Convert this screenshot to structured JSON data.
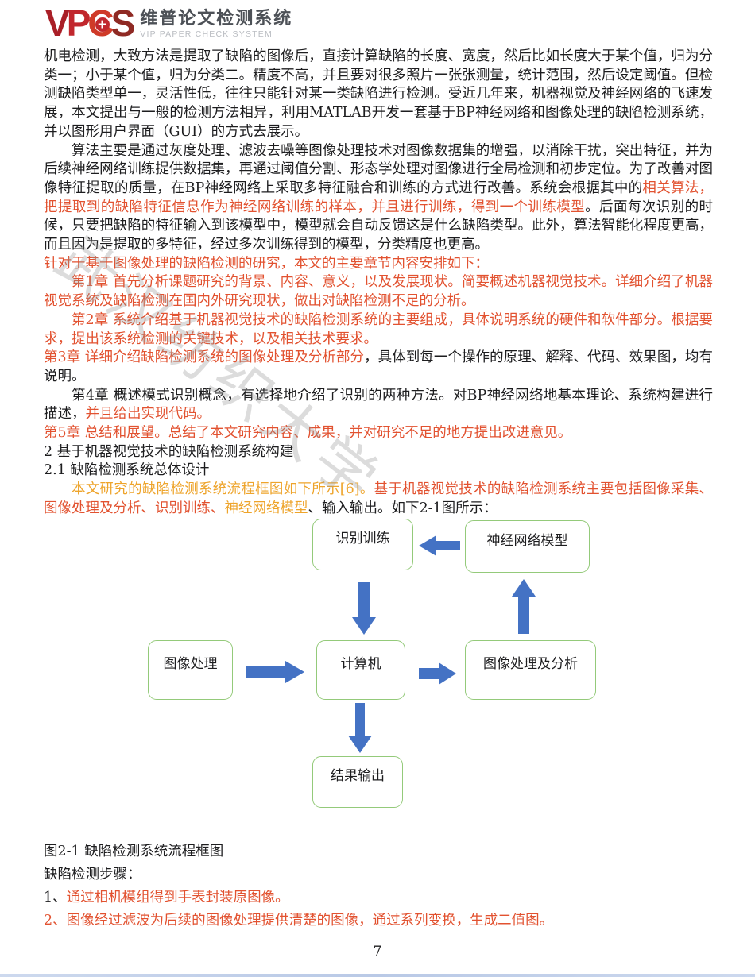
{
  "header": {
    "logo": {
      "v": "V",
      "p": "P",
      "c": "C",
      "s": "S",
      "plus": "+"
    },
    "brand_cn": "维普论文检测系统",
    "brand_en": "VIP PAPER CHECK SYSTEM"
  },
  "watermark": "武汉纺织大学",
  "colors": {
    "accent_red": "#e25230",
    "accent_orange": "#eea42b",
    "text_black": "#1d1d1f",
    "box_green": "#94ca7a",
    "arrow_blue": "#4472c4",
    "logo_red": "#c1272d"
  },
  "paragraphs": [
    {
      "indent": false,
      "segments": [
        {
          "color": "black",
          "text": "机电检测，大致方法是提取了缺陷的图像后，直接计算缺陷的长度、宽度，然后比如长度大于某个值，归为分类一；小于某个值，归为分类二。精度不高，并且要对很多照片一张张测量，统计范围，然后设定阈值。但检测缺陷类型单一，灵活性低，往往只能针对某一类缺陷进行检测。受近几年来，机器视觉及神经网络的飞速发展，本文提出与一般的检测方法相异，利用MATLAB开发一套基于BP神经网络和图像处理的缺陷检测系统，并以图形用户界面（GUI）的方式去展示。"
        }
      ]
    },
    {
      "indent": true,
      "segments": [
        {
          "color": "black",
          "text": "算法主要是通过灰度处理、滤波去噪等图像处理技术对图像数据集的增强，以消除干扰，突出特征，并为后续神经网络训练提供数据集，再通过阈值分割、形态学处理对图像进行全局检测和初步定位。为了改善对图像特征提取的质量，在BP神经网络上采取多特征融合和训练的方式进行改善。系统会根据其中的"
        },
        {
          "color": "red",
          "text": "相关算法，把提取到的缺陷特征信息作为神经网络训练的样本，并且进行训练，得到一个训练模型"
        },
        {
          "color": "black",
          "text": "。后面每次识别的时候，只要把缺陷的特征输入到该模型中，模型就会自动反馈这是什么缺陷类型。此外，算法智能化程度更高，而且因为是提取的多特征，经过多次训练得到的模型，分类精度也更高。"
        }
      ]
    },
    {
      "indent": false,
      "segments": [
        {
          "color": "red",
          "text": "针对于基于图像处理的缺陷检测的研究，本文的主要章节内容安排如下："
        }
      ]
    },
    {
      "indent": true,
      "segments": [
        {
          "color": "red",
          "text": "第1章 首先分析课题研究的背景、内容、意义，以及发展现状。简要概述机器视觉技术。详细介绍了机器视觉系统及缺陷检测在国内外研究现状，做出对缺陷检测不足的分析。"
        }
      ]
    },
    {
      "indent": true,
      "segments": [
        {
          "color": "red",
          "text": "第2章 系统介绍基于机器视觉技术的缺陷检测系统的主要组成，具体说明系统的硬件和软件部分。根据要求，提出该系统检测的关键技术，以及相关技术要求。"
        }
      ]
    },
    {
      "indent": false,
      "segments": [
        {
          "color": "red",
          "text": "第3章 详细介绍缺陷检测系统的图像处理及分析部分"
        },
        {
          "color": "black",
          "text": "，具体到每一个操作的原理、解释、代码、效果图，均有说明。"
        }
      ]
    },
    {
      "indent": true,
      "segments": [
        {
          "color": "black",
          "text": "第4章 概述模式识别概念，有选择地介绍了识别的两种方法。对BP神经网络地基本理论、系统构建进行描述，"
        },
        {
          "color": "red",
          "text": "并且给出实现代码。"
        }
      ]
    },
    {
      "indent": false,
      "segments": [
        {
          "color": "red",
          "text": "第5章 总结和展望。总结了本文研究内容、成果，并对研究不足的地方提出改进意见。"
        }
      ]
    },
    {
      "indent": false,
      "segments": [
        {
          "color": "black",
          "text": "2 基于机器视觉技术的缺陷检测系统构建"
        }
      ]
    },
    {
      "indent": false,
      "segments": [
        {
          "color": "black",
          "text": "2.1 缺陷检测系统总体设计"
        }
      ]
    },
    {
      "indent": true,
      "segments": [
        {
          "color": "orange",
          "text": "本文研究的缺陷检测系统流程框图如下所示[6]。"
        },
        {
          "color": "red",
          "text": "基于机器视觉技术的缺陷检测系统主要包括图像采集、图像处理及分析、识别训练、"
        },
        {
          "color": "orange",
          "text": "神经网络模型"
        },
        {
          "color": "black",
          "text": "、输入输出。如下2-1图所示："
        }
      ]
    }
  ],
  "flowchart": {
    "nodes": {
      "recognition_training": "识别训练",
      "neural_network_model": "神经网络模型",
      "image_processing": "图像处理",
      "computer": "计算机",
      "image_processing_analysis": "图像处理及分析",
      "result_output": "结果输出"
    }
  },
  "caption": "图2-1 缺陷检测系统流程框图",
  "steps_label": "缺陷检测步骤：",
  "step1": [
    {
      "color": "black",
      "text": "1、"
    },
    {
      "color": "red",
      "text": "通过相机模组得到手表封装原图像。"
    }
  ],
  "step2": [
    {
      "color": "red",
      "text": "2、图像经过滤波为后续的图像处理提供清楚的图像，通过系列变换，生成二值图。"
    }
  ],
  "footer": {
    "page_number": "7"
  }
}
